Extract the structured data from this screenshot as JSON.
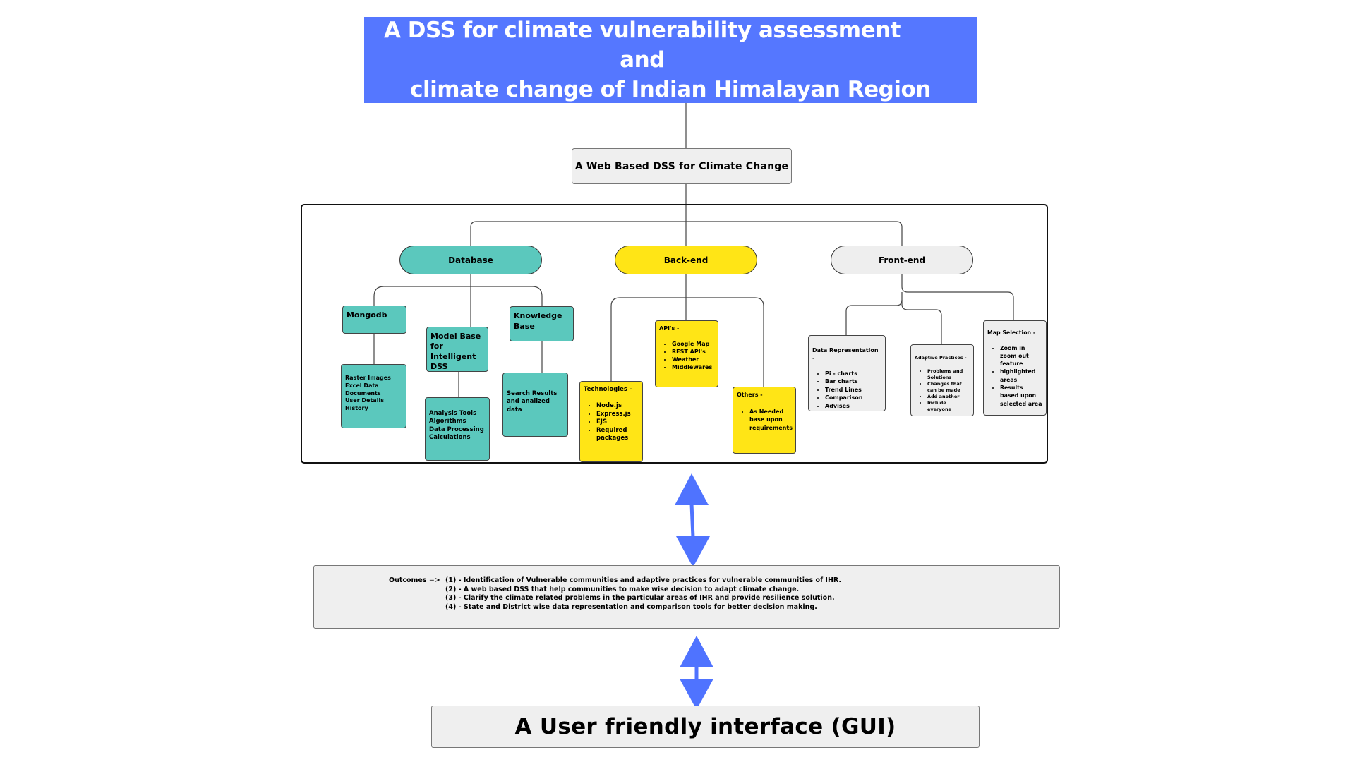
{
  "title": {
    "line1": "A DSS for climate vulnerability assessment and",
    "line2": "climate change of Indian Himalayan Region"
  },
  "web_dss": "A Web Based DSS for Climate Change",
  "database": {
    "label": "Database",
    "mongodb": {
      "label": "Mongodb",
      "items": [
        "Raster Images",
        "Excel Data",
        "Documents",
        "User Details",
        "History"
      ]
    },
    "model_base": {
      "label_lines": [
        "Model Base",
        "for Intelligent",
        "DSS"
      ],
      "items": [
        "Analysis Tools",
        "Algorithms",
        "Data Processing",
        "Calculations"
      ]
    },
    "knowledge_base": {
      "label_lines": [
        "Knowledge",
        "Base"
      ],
      "items": [
        "Search Results",
        "and  analized",
        "data"
      ]
    }
  },
  "backend": {
    "label": "Back-end",
    "technologies": {
      "heading": "Technologies -",
      "items": [
        "Node.js",
        "Express.js",
        "EJS",
        "Required packages"
      ]
    },
    "apis": {
      "heading": "API's -",
      "items": [
        "Google Map",
        "REST API's",
        "Weather",
        "Middlewares"
      ]
    },
    "others": {
      "heading": "Others -",
      "items": [
        "As Needed base upon requirements"
      ]
    }
  },
  "frontend": {
    "label": "Front-end",
    "data_representation": {
      "heading": "Data Representation -",
      "items": [
        "Pi - charts",
        "Bar charts",
        "Trend Lines",
        "Comparison",
        "Advises"
      ]
    },
    "adaptive_practices": {
      "heading": "Adaptive Practices -",
      "items": [
        "Problems and Solutions",
        "Changes that can be made",
        "Add another",
        "Include everyone"
      ]
    },
    "map_selection": {
      "heading": "Map Selection -",
      "items": [
        "Zoom in zoom out feature",
        "highlighted areas",
        "Results based upon selected area"
      ]
    }
  },
  "outcomes": {
    "label": "Outcomes =>",
    "items": [
      "(1) - Identification of Vulnerable communities and adaptive practices for vulnerable communities of IHR.",
      "(2) - A web based DSS that help communities to make wise decision to adapt climate change.",
      "(3) - Clarify the climate related problems in the particular areas of IHR and provide resilience solution.",
      "(4) - State  and District wise data representation and comparison tools for better decision making."
    ]
  },
  "gui": "A User friendly interface (GUI)",
  "colors": {
    "title_bg": "#5577ff",
    "database": "#5bc8bd",
    "backend": "#ffe516",
    "frontend": "#eeeeee",
    "arrow": "#4f73ff"
  }
}
